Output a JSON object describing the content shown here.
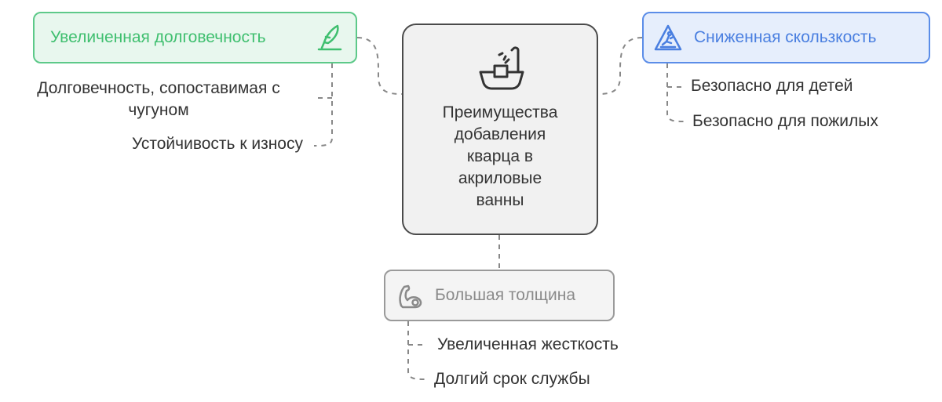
{
  "colors": {
    "green": "#3fbf6f",
    "blue": "#4a7fe0",
    "grey": "#8a8a8a",
    "text": "#333333",
    "connector": "#888888"
  },
  "center": {
    "title": "Преимущества\nдобавления\nкварца в\nакриловые\nванны",
    "icon": "bathtub-shower-icon"
  },
  "branches": {
    "durability": {
      "label": "Увеличенная долговечность",
      "icon": "feather-pen-icon",
      "items": [
        "Долговечность, сопоставимая с\nчугуном",
        "Устойчивость к износу"
      ]
    },
    "slip": {
      "label": "Сниженная скользкость",
      "icon": "wet-floor-warning-icon",
      "items": [
        "Безопасно для детей",
        "Безопасно для пожилых"
      ]
    },
    "thickness": {
      "label": "Большая толщина",
      "icon": "flexed-arm-icon",
      "items": [
        "Увеличенная жесткость",
        "Долгий срок службы"
      ]
    }
  }
}
